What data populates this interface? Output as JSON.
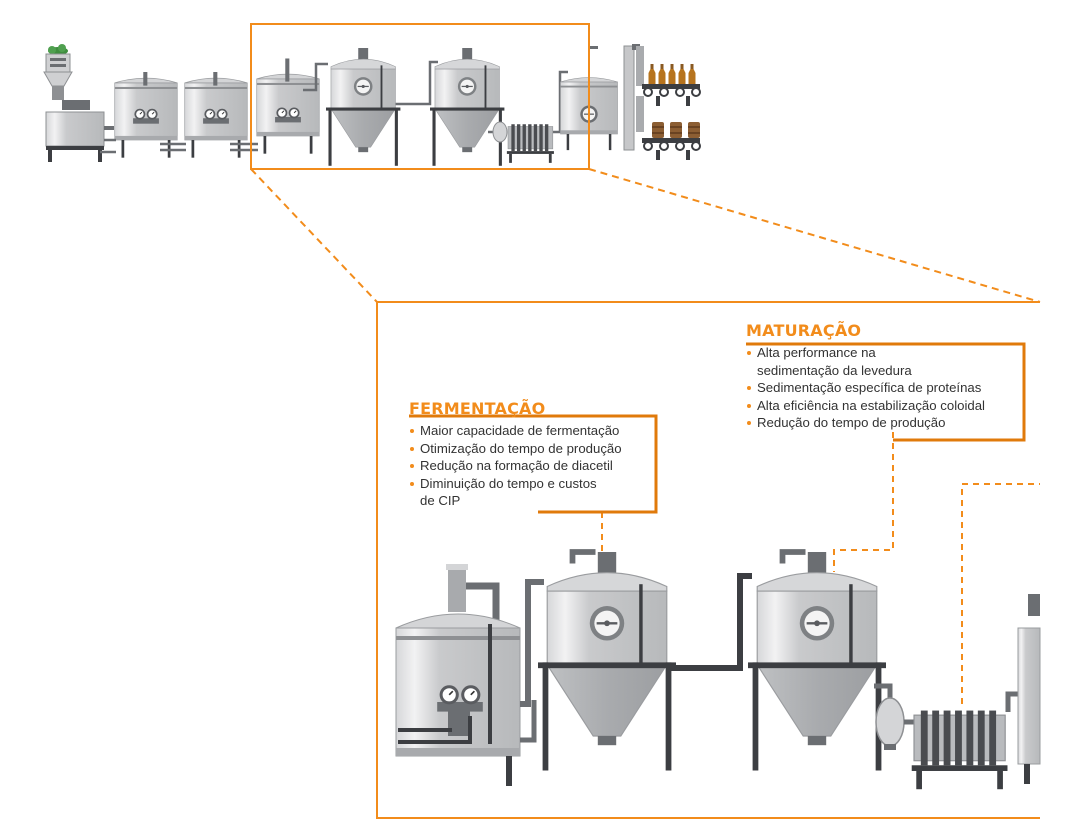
{
  "colors": {
    "accent": "#F28C1B",
    "accent_dark": "#E07A0B",
    "steel": "#C4C6C8",
    "steel_light": "#DEDFE0",
    "steel_dark": "#8E9093",
    "pipe": "#6B6E72",
    "frame": "#3C3E42",
    "text": "#333333"
  },
  "fermentacao": {
    "title": "FERMENTAÇÃO",
    "items": [
      "Maior capacidade de fermentação",
      "Otimização do tempo de produção",
      "Redução na formação de diacetil",
      "Diminuição do tempo e custos",
      "de CIP"
    ]
  },
  "maturacao": {
    "title": "MATURAÇÃO",
    "items": [
      "Alta performance na",
      "sedimentação da levedura",
      "Sedimentação específica de proteínas",
      "Alta eficiência na estabilização coloidal",
      "Redução do tempo de produção"
    ]
  },
  "icons": {
    "process_line": "brewery-process-line-icon",
    "tank": "tank-icon",
    "fermenter": "conical-fermenter-icon",
    "filter": "plate-filter-icon",
    "gauge": "pressure-gauge-icon",
    "sight_glass": "sight-glass-icon",
    "bottle": "bottle-icon",
    "keg": "keg-icon",
    "conveyor": "conveyor-icon"
  }
}
